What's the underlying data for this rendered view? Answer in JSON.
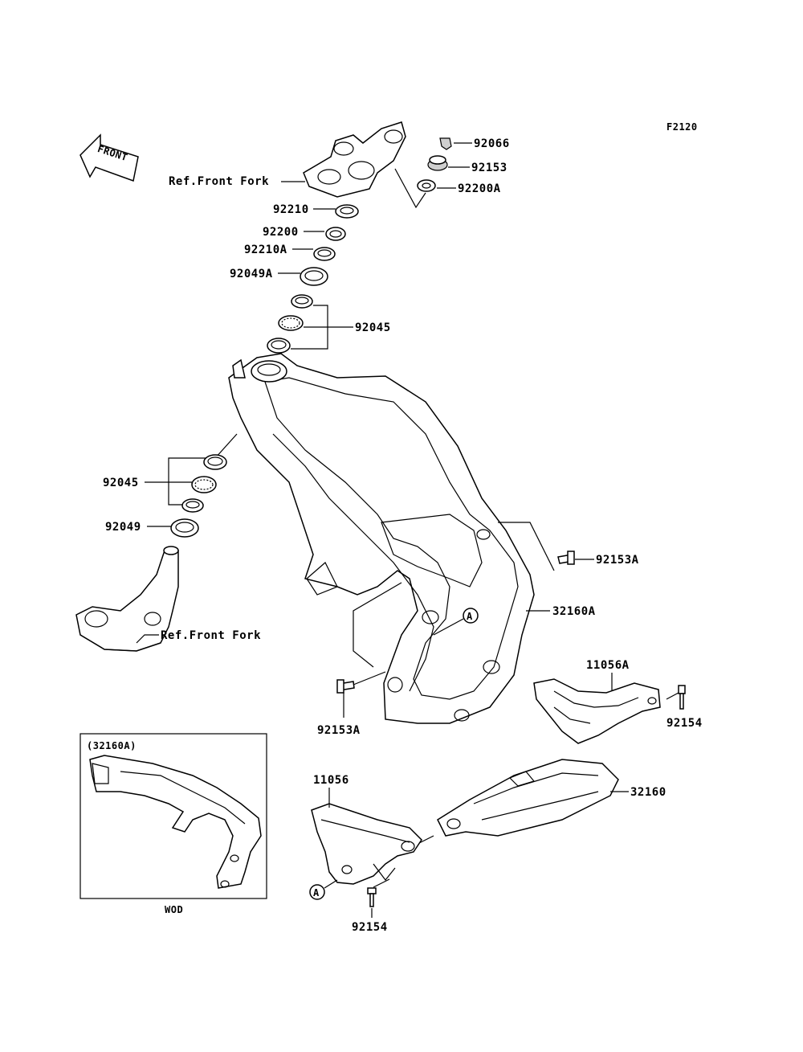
{
  "figure_code": "F2120",
  "front_arrow": "FRONT",
  "callouts": {
    "ref_front_fork_top": "Ref.Front Fork",
    "ref_front_fork_bottom": "Ref.Front Fork",
    "p92066": "92066",
    "p92153": "92153",
    "p92200A": "92200A",
    "p92210": "92210",
    "p92200": "92200",
    "p92210A": "92210A",
    "p92049A": "92049A",
    "p92045_top": "92045",
    "p92045_left": "92045",
    "p92049": "92049",
    "p92153A_right": "92153A",
    "p32160A": "32160A",
    "p11056A": "11056A",
    "p92154_right": "92154",
    "p92153A_bottom": "92153A",
    "p11056": "11056",
    "p32160": "32160",
    "p92154_bottom": "92154",
    "ref_A_top": "A",
    "ref_A_bottom": "A"
  },
  "inset": {
    "title": "(32160A)",
    "caption": "WOD"
  }
}
